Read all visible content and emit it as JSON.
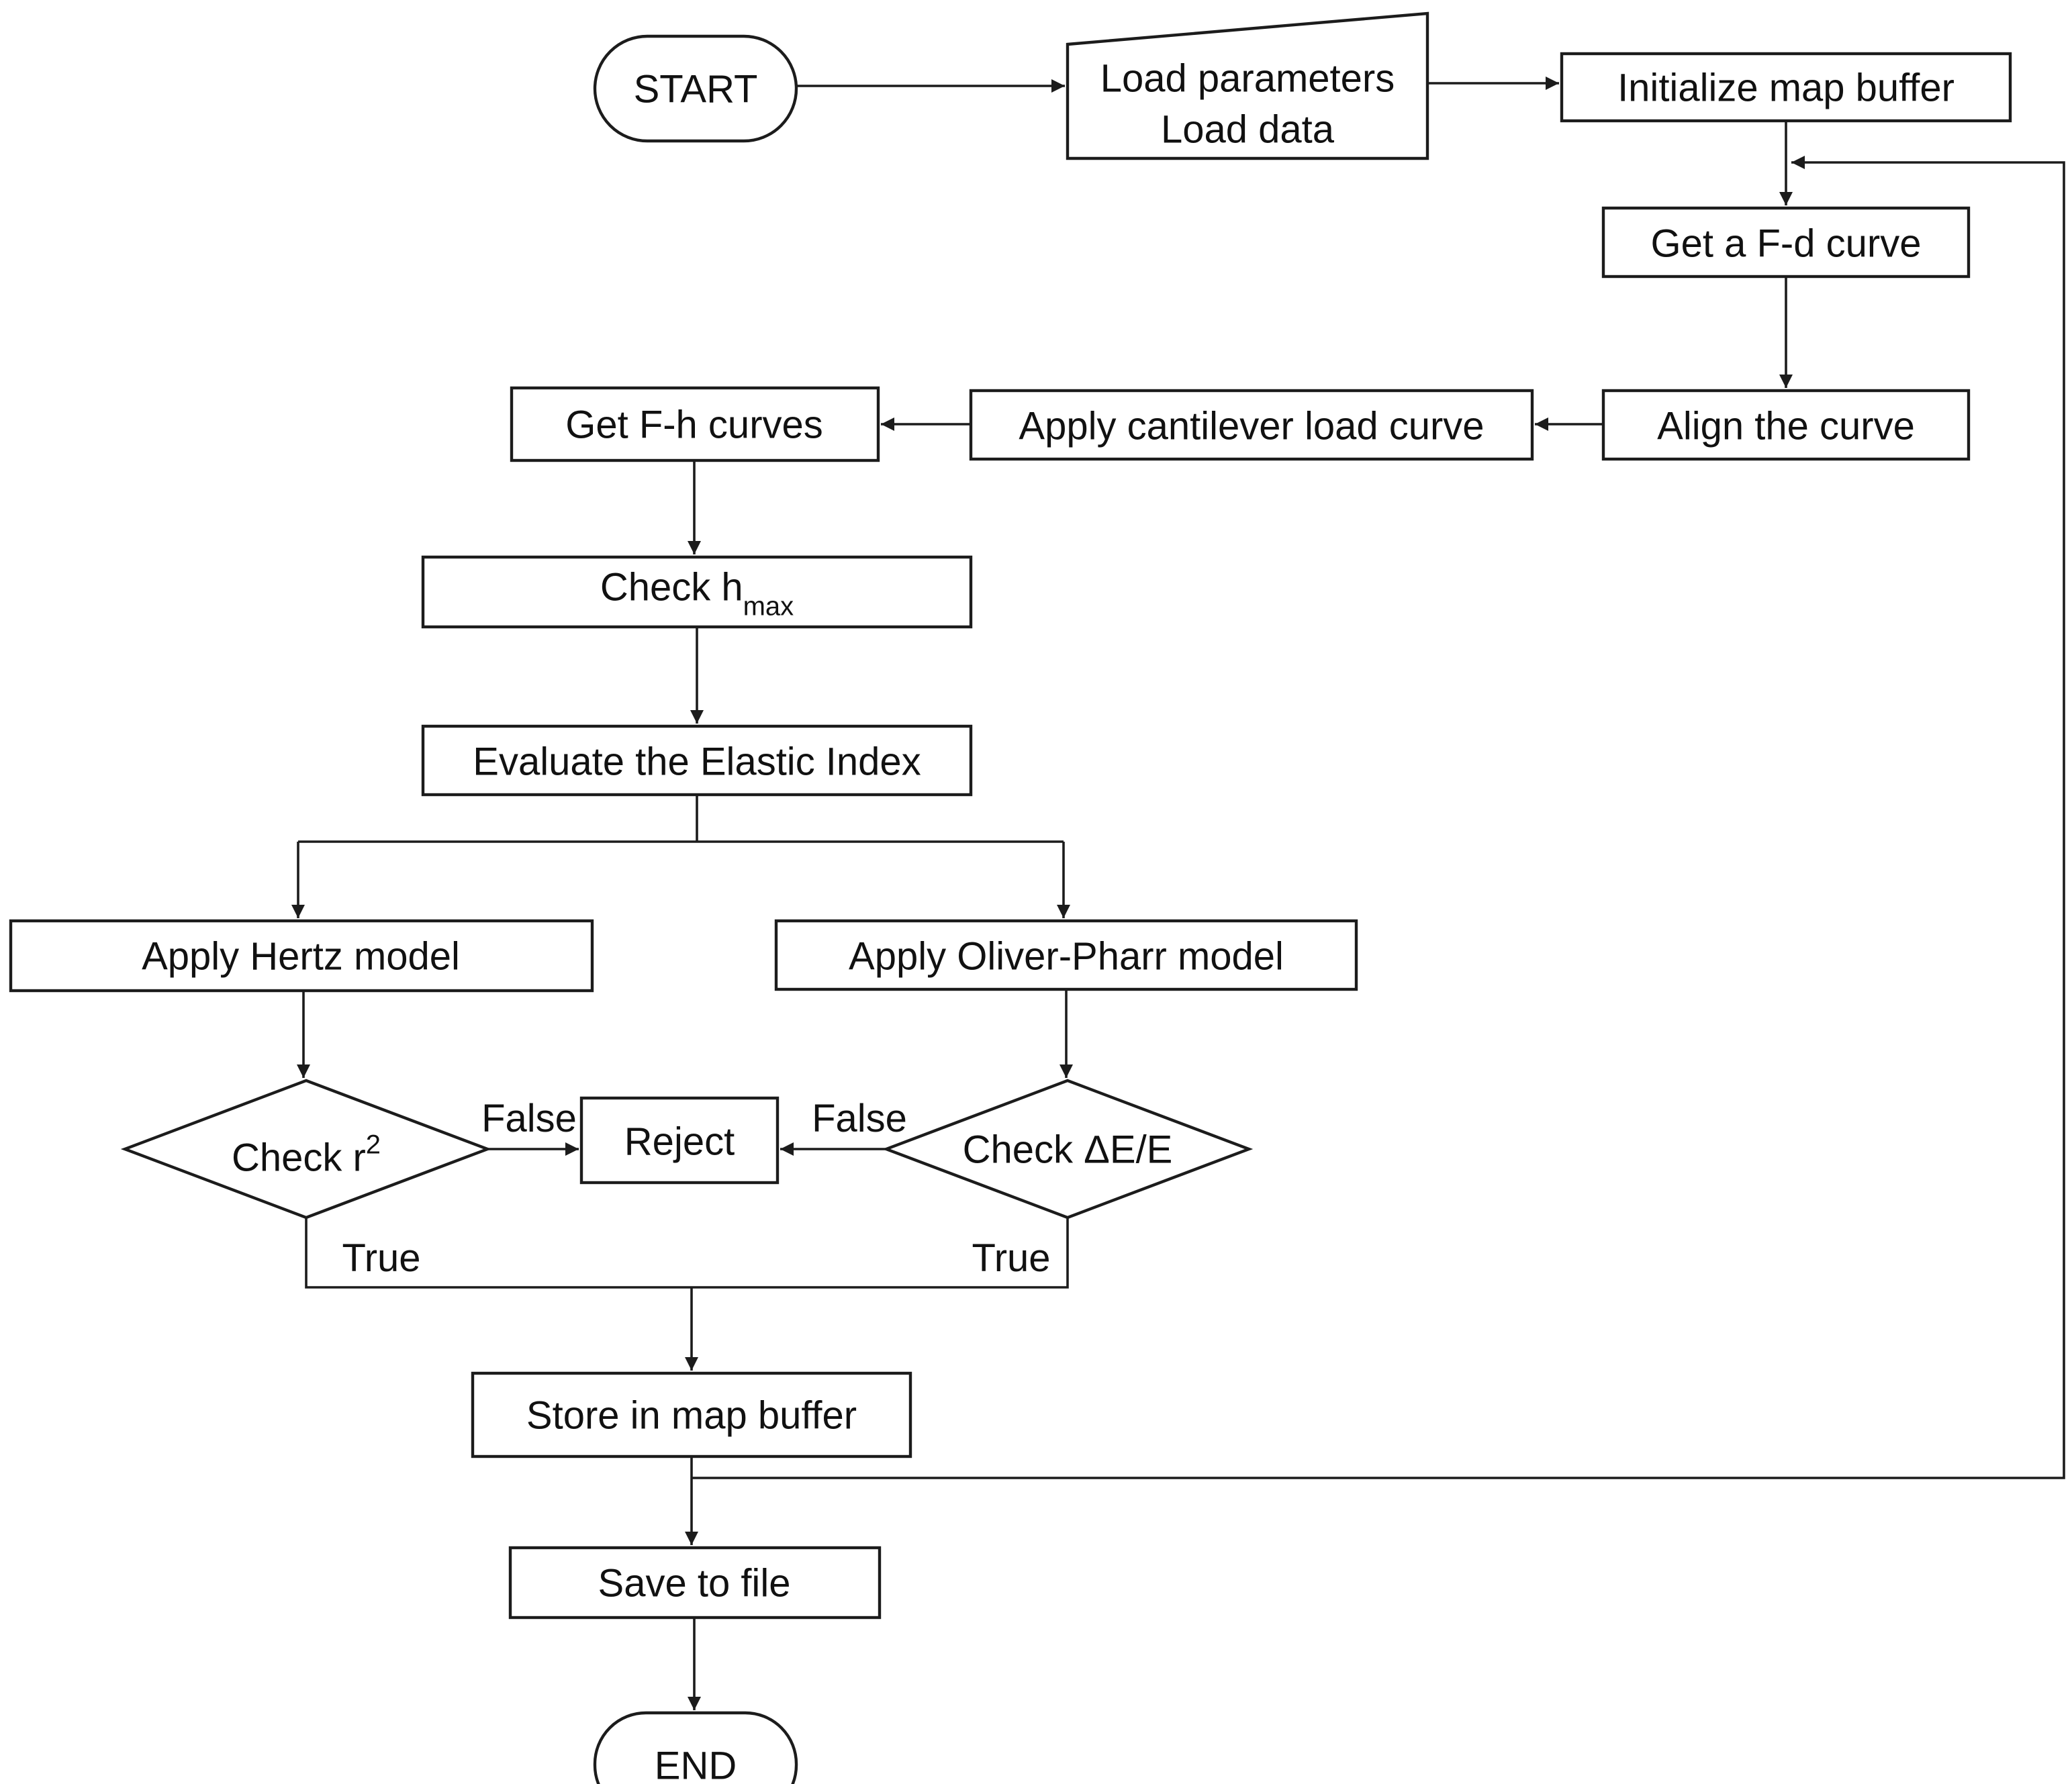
{
  "diagram": {
    "type": "flowchart",
    "colors": {
      "background": "#ffffff",
      "stroke": "#1c1c1c",
      "text": "#111111"
    },
    "nodes": {
      "start": {
        "label": "START",
        "shape": "terminator"
      },
      "load": {
        "line1": "Load parameters",
        "line2": "Load data",
        "shape": "card"
      },
      "init": {
        "label": "Initialize map buffer",
        "shape": "process"
      },
      "getfd": {
        "label": "Get a F-d curve",
        "shape": "process"
      },
      "align": {
        "label": "Align the curve",
        "shape": "process"
      },
      "cantilever": {
        "label": "Apply cantilever load curve",
        "shape": "process"
      },
      "getfh": {
        "label": "Get F-h curves",
        "shape": "process"
      },
      "checkhmax": {
        "label_main": "Check h",
        "label_sub": "max",
        "shape": "process"
      },
      "evaluate": {
        "label": "Evaluate the Elastic Index",
        "shape": "process"
      },
      "hertz": {
        "label": "Apply Hertz model",
        "shape": "process"
      },
      "oliver": {
        "label": "Apply Oliver-Pharr model",
        "shape": "process"
      },
      "checkr2": {
        "label_main": "Check r",
        "label_sup": "2",
        "shape": "decision"
      },
      "reject": {
        "label": "Reject",
        "shape": "process"
      },
      "checkde": {
        "label": "Check ΔE/E",
        "shape": "decision"
      },
      "store": {
        "label": "Store in map buffer",
        "shape": "process"
      },
      "save": {
        "label": "Save to file",
        "shape": "process"
      },
      "end": {
        "label": "END",
        "shape": "terminator"
      }
    },
    "edge_labels": {
      "false_left": "False",
      "false_right": "False",
      "true_left": "True",
      "true_right": "True"
    }
  }
}
